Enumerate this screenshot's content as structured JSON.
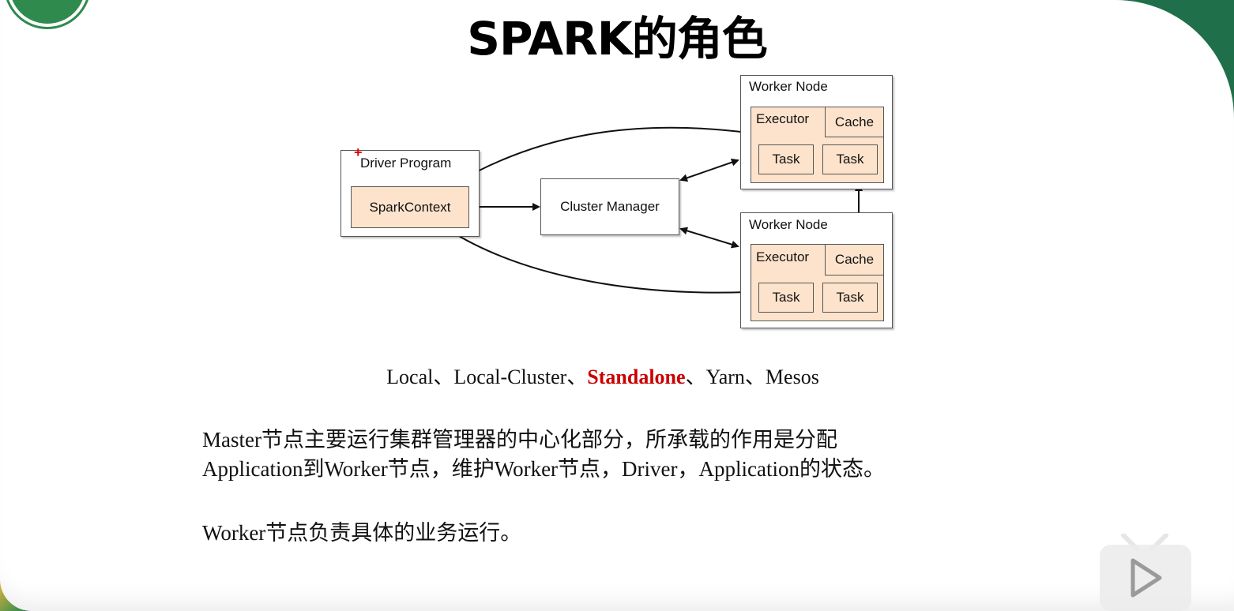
{
  "slide": {
    "title": "SPARK的角色"
  },
  "diagram": {
    "driver_program_label": "Driver Program",
    "spark_context_label": "SparkContext",
    "cluster_manager_label": "Cluster Manager",
    "worker_nodes": [
      {
        "label": "Worker Node",
        "executor_label": "Executor",
        "cache_label": "Cache",
        "tasks": [
          "Task",
          "Task"
        ]
      },
      {
        "label": "Worker Node",
        "executor_label": "Executor",
        "cache_label": "Cache",
        "tasks": [
          "Task",
          "Task"
        ]
      }
    ],
    "marker": "+"
  },
  "modes": {
    "before": "Local、Local-Cluster、",
    "highlight": "Standalone",
    "after": "、Yarn、Mesos"
  },
  "paragraphs": {
    "master_line1": "Master节点主要运行集群管理器的中心化部分，所承载的作用是分配",
    "master_line2": "Application到Worker节点，维护Worker节点，Driver，Application的状态。",
    "worker": "Worker节点负责具体的业务运行。"
  },
  "colors": {
    "highlight": "#cc0000",
    "peach": "#fde3cc",
    "background_green": "#1f6f4a"
  },
  "icons": {
    "play": "play-icon"
  }
}
